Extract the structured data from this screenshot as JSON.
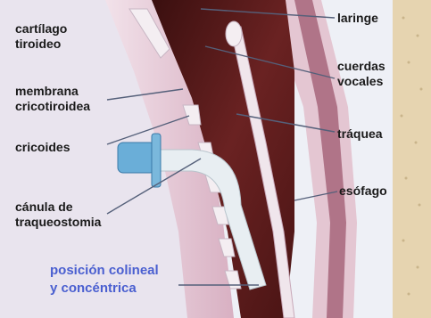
{
  "labels": {
    "cartilago_tiroideo": [
      "cartílago",
      "tiroideo"
    ],
    "laringe": "laringe",
    "cuerdas_vocales": [
      "cuerdas",
      "vocales"
    ],
    "membrana_cricotiroidea": [
      "membrana",
      "cricotiroidea"
    ],
    "traquea": "tráquea",
    "cricoides": "cricoides",
    "esofago": "esófago",
    "canula": [
      "cánula de",
      "traqueostomia"
    ],
    "posicion": [
      "posición colineal",
      "y concéntrica"
    ]
  },
  "colors": {
    "tissue_dark": "#5a1a1a",
    "tissue_mid": "#8a3a3a",
    "wall_pink": "#e8c8d4",
    "cartilage": "#f4eef2",
    "cannula": "#e8eef2",
    "cannula_flange": "#6aaed8",
    "spine": "#e6d4b0",
    "highlight_text": "#4a5fd0"
  }
}
